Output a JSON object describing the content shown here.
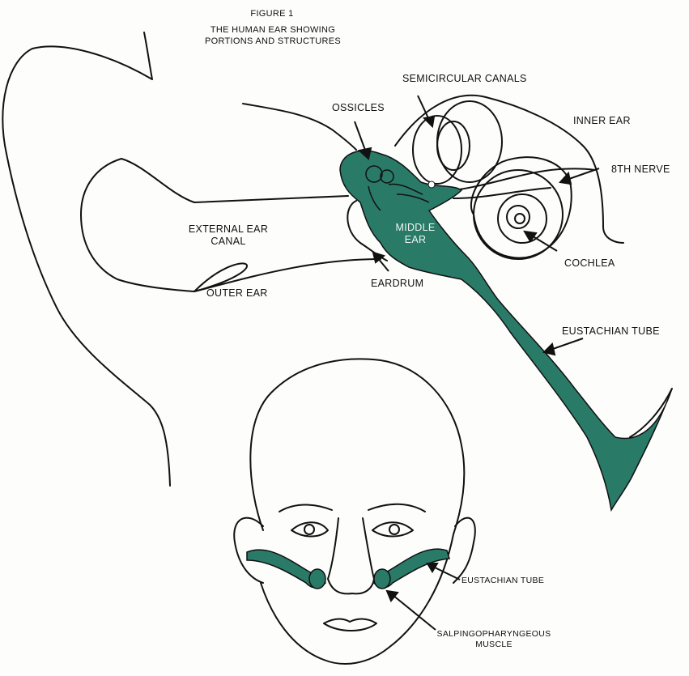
{
  "figure": {
    "number": "FIGURE 1",
    "caption_line1": "THE HUMAN EAR SHOWING",
    "caption_line2": "PORTIONS AND STRUCTURES"
  },
  "labels": {
    "semicircular_canals": "SEMICIRCULAR CANALS",
    "ossicles": "OSSICLES",
    "inner_ear": "INNER EAR",
    "eighth_nerve": "8TH NERVE",
    "external_canal_line1": "EXTERNAL EAR",
    "external_canal_line2": "CANAL",
    "middle_ear_line1": "MIDDLE",
    "middle_ear_line2": "EAR",
    "cochlea": "COCHLEA",
    "outer_ear": "OUTER EAR",
    "eardrum": "EARDRUM",
    "eustachian_tube": "EUSTACHIAN TUBE",
    "face_eustachian_tube": "EUSTACHIAN TUBE",
    "salpingo_line1": "SALPINGOPHARYNGEOUS",
    "salpingo_line2": "MUSCLE"
  },
  "colors": {
    "accent_green": "#2a7a68",
    "line": "#111111"
  }
}
